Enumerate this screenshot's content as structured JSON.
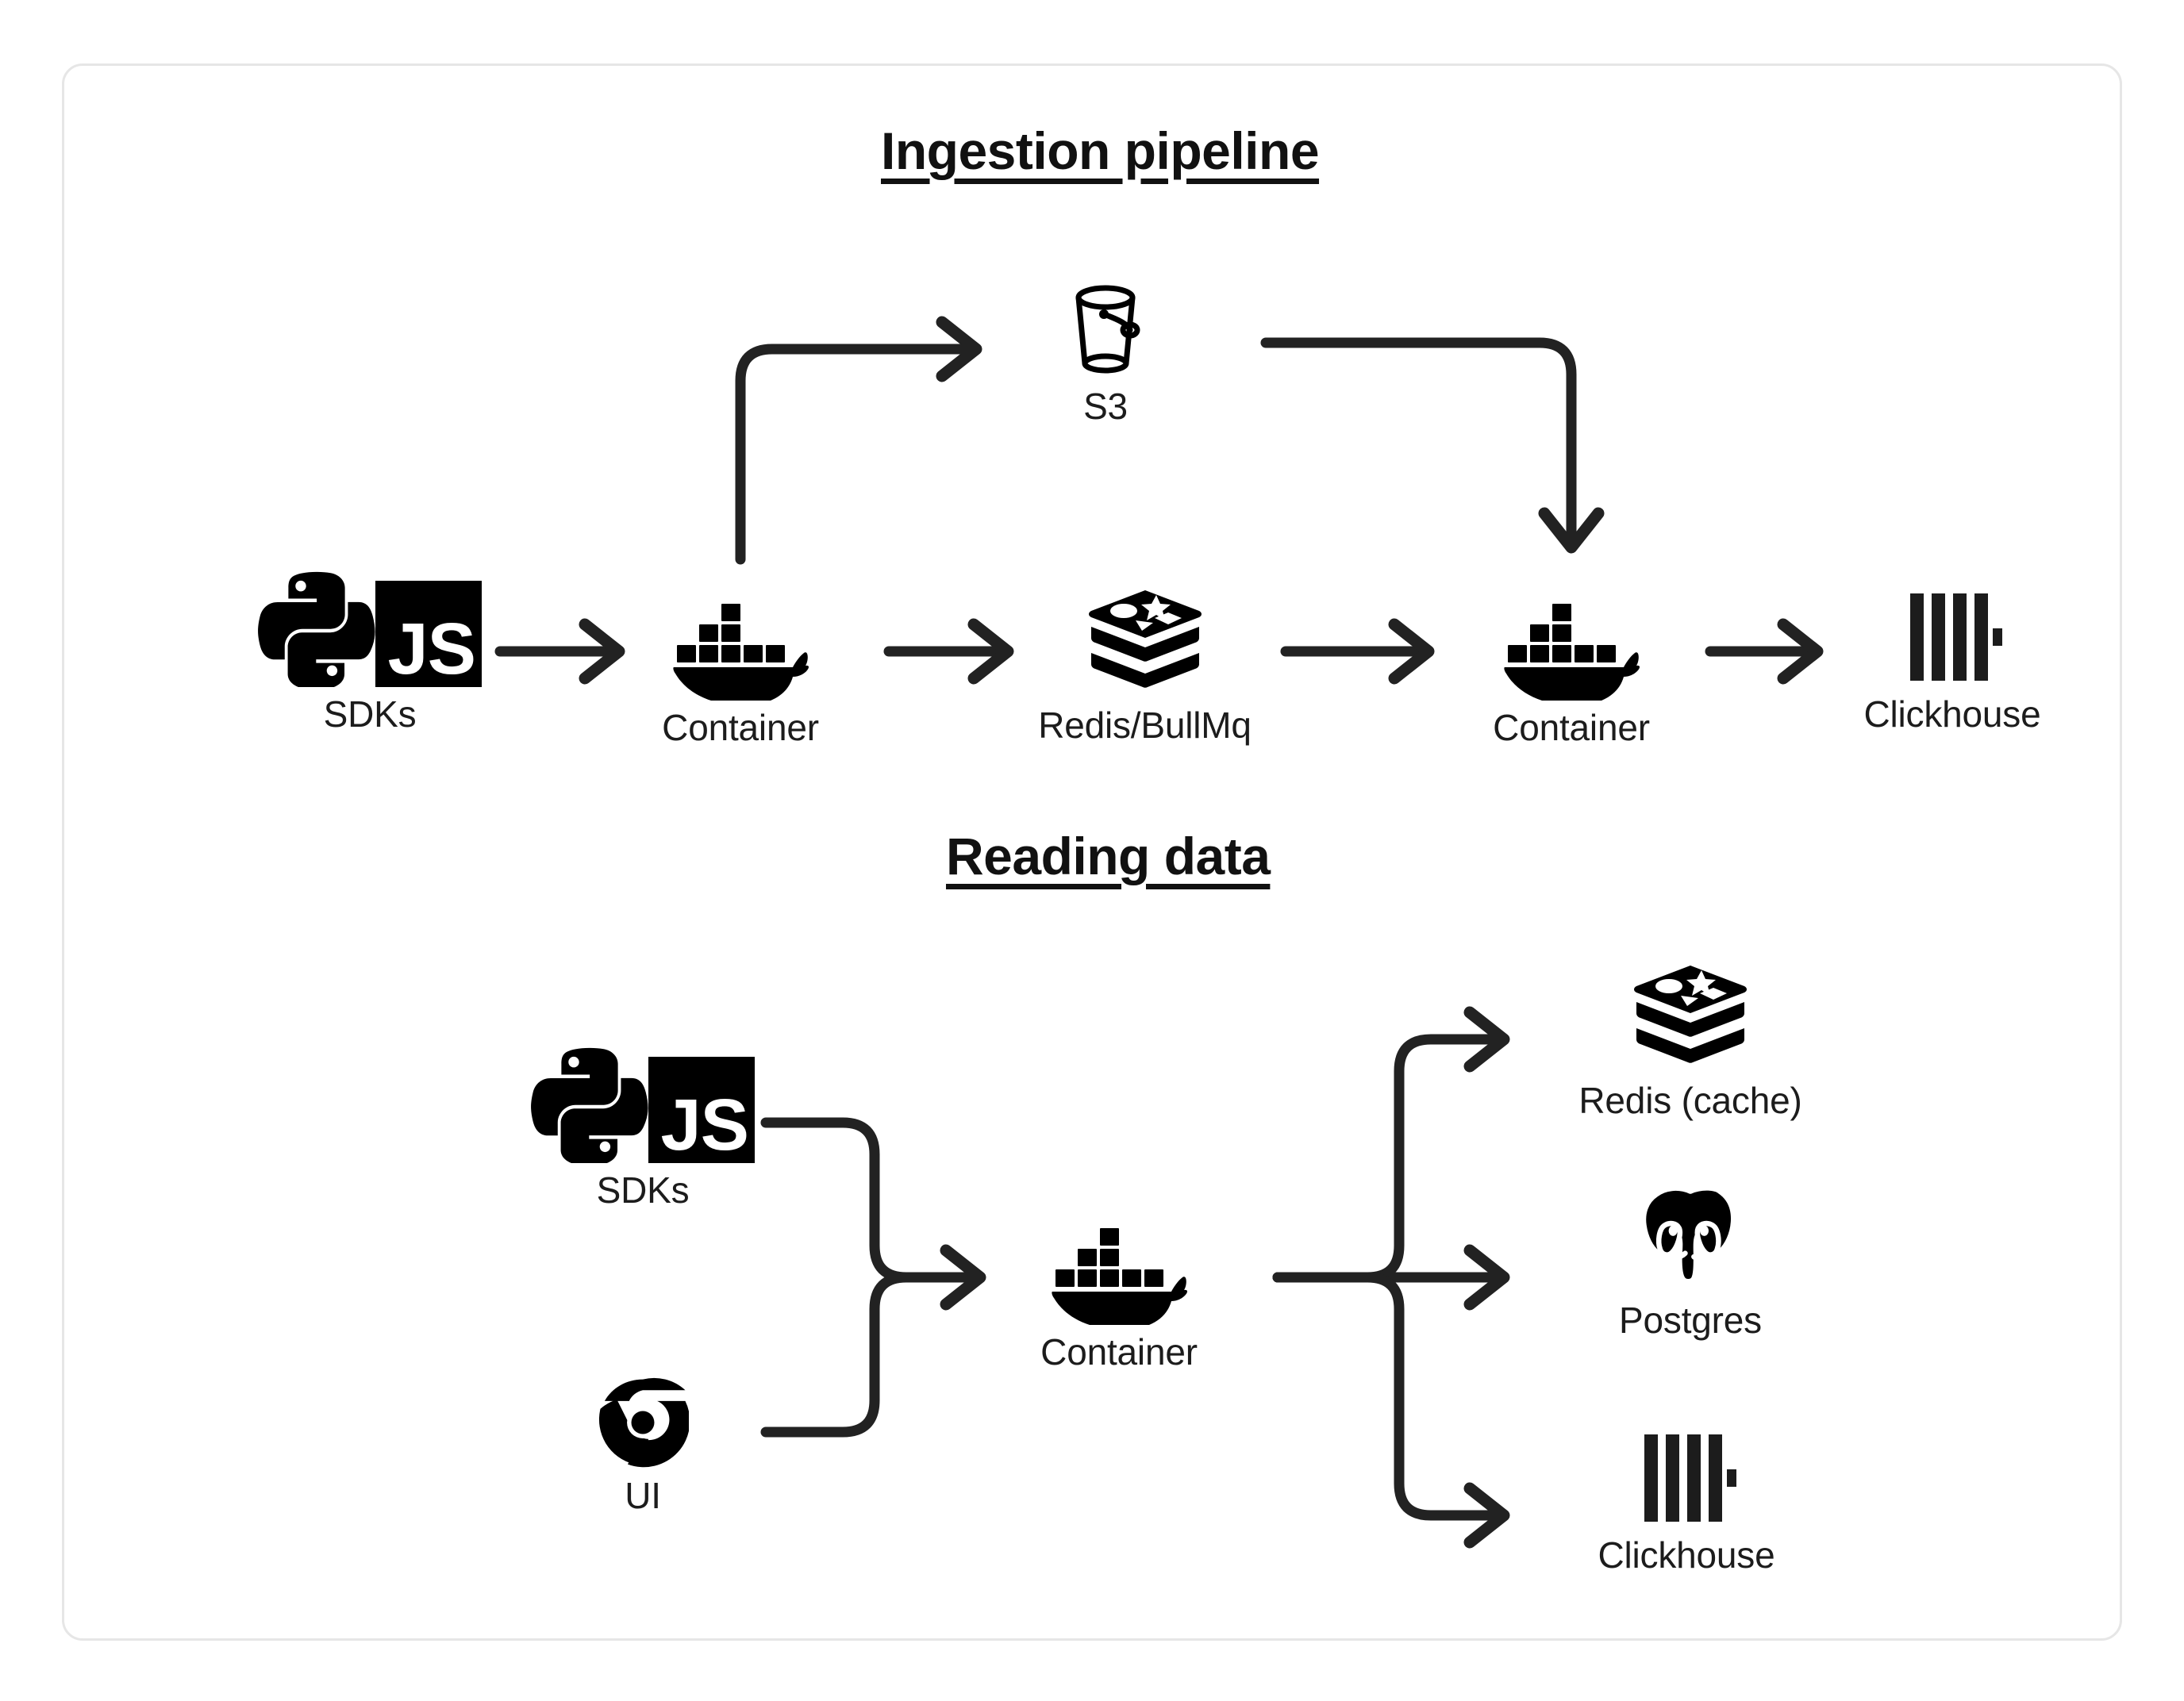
{
  "card": {
    "border_color": "#e6e6e6",
    "background": "#ffffff"
  },
  "ink_color": "#1c1c1c",
  "sections": [
    {
      "id": "ingestion",
      "title": "Ingestion pipeline",
      "nodes": [
        {
          "id": "sdks-1",
          "label": "SDKs",
          "icon": "python-js-sdk-icon"
        },
        {
          "id": "container-1",
          "label": "Container",
          "icon": "docker-whale-icon"
        },
        {
          "id": "s3",
          "label": "S3",
          "icon": "s3-bucket-icon"
        },
        {
          "id": "redis-bullmq",
          "label": "Redis/BullMq",
          "icon": "redis-stack-icon"
        },
        {
          "id": "container-2",
          "label": "Container",
          "icon": "docker-whale-icon"
        },
        {
          "id": "clickhouse-1",
          "label": "Clickhouse",
          "icon": "clickhouse-bars-icon"
        }
      ],
      "edges": [
        {
          "from": "sdks-1",
          "to": "container-1",
          "kind": "straight"
        },
        {
          "from": "container-1",
          "to": "s3",
          "kind": "elbow-up"
        },
        {
          "from": "container-1",
          "to": "redis-bullmq",
          "kind": "straight"
        },
        {
          "from": "s3",
          "to": "container-2",
          "kind": "elbow-down"
        },
        {
          "from": "redis-bullmq",
          "to": "container-2",
          "kind": "straight"
        },
        {
          "from": "container-2",
          "to": "clickhouse-1",
          "kind": "straight"
        }
      ]
    },
    {
      "id": "reading",
      "title": "Reading data",
      "nodes": [
        {
          "id": "sdks-2",
          "label": "SDKs",
          "icon": "python-js-sdk-icon"
        },
        {
          "id": "ui",
          "label": "UI",
          "icon": "chrome-browser-icon"
        },
        {
          "id": "container-3",
          "label": "Container",
          "icon": "docker-whale-icon"
        },
        {
          "id": "redis-cache",
          "label": "Redis (cache)",
          "icon": "redis-stack-icon"
        },
        {
          "id": "postgres",
          "label": "Postgres",
          "icon": "postgres-elephant-icon"
        },
        {
          "id": "clickhouse-2",
          "label": "Clickhouse",
          "icon": "clickhouse-bars-icon"
        }
      ],
      "edges": [
        {
          "from": "sdks-2",
          "to": "container-3",
          "kind": "merge-top"
        },
        {
          "from": "ui",
          "to": "container-3",
          "kind": "merge-bottom"
        },
        {
          "from": "container-3",
          "to": "redis-cache",
          "kind": "branch-up"
        },
        {
          "from": "container-3",
          "to": "postgres",
          "kind": "branch-straight"
        },
        {
          "from": "container-3",
          "to": "clickhouse-2",
          "kind": "branch-down"
        }
      ]
    }
  ],
  "icons": {
    "js_label": "JS"
  }
}
